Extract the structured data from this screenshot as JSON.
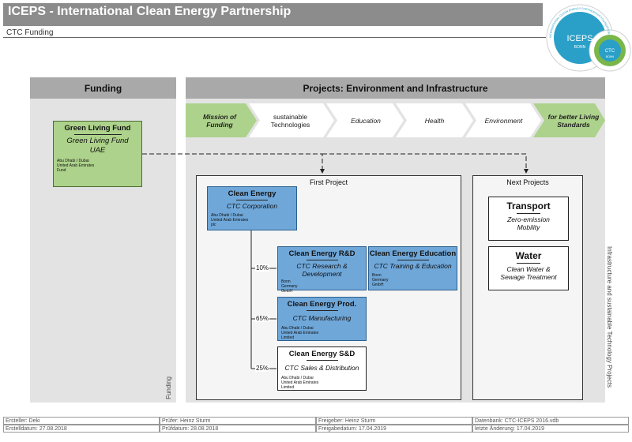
{
  "header": {
    "title": "ICEPS - International Clean Energy Partnership",
    "subtitle": "CTC Funding"
  },
  "logo": {
    "text_main": "ICEPS",
    "text_sub": "BONN",
    "text_small": "CTC",
    "text_small_sub": "BONN",
    "ring_text": "INTERNATIONAL CLEAN ENERGY PARTNERSHIP FOUNDATION"
  },
  "funding_panel": {
    "title": "Funding",
    "side_label": "Funding"
  },
  "projects_panel": {
    "title": "Projects: Environment and Infrastructure",
    "side_label": "Infrastructure and sustainable Technology Projects"
  },
  "chevrons": [
    {
      "label": "Mission of Funding",
      "bold": true
    },
    {
      "label": "sustainable Technologies",
      "bold": false
    },
    {
      "label": "Education",
      "bold": false
    },
    {
      "label": "Health",
      "bold": false
    },
    {
      "label": "Environment",
      "bold": false
    },
    {
      "label": "for better Living Standards",
      "bold": true
    }
  ],
  "green_fund": {
    "title": "Green Living Fund",
    "subtitle": "Green Living Fund UAE",
    "details": [
      "Abu Dhabi / Dubai",
      "United Arab Emirates",
      "Fund"
    ]
  },
  "first_project": {
    "title": "First Project"
  },
  "next_projects": {
    "title": "Next Projects",
    "items": [
      {
        "title": "Transport",
        "subtitle": "Zero-emission Mobility"
      },
      {
        "title": "Water",
        "subtitle": "Clean Water & Sewage Treatment"
      }
    ]
  },
  "entities": {
    "clean_energy": {
      "title": "Clean Energy",
      "subtitle": "CTC Corporation",
      "details": [
        "Abu Dhabi / Dubai",
        "United Arab Emirates",
        "plc"
      ]
    },
    "rnd": {
      "title": "Clean Energy R&D",
      "subtitle": "CTC Research & Development",
      "details": [
        "Bonn",
        "Germany",
        "GmbH"
      ]
    },
    "education": {
      "title": "Clean Energy Education",
      "subtitle": "CTC Training & Education",
      "details": [
        "Bonn",
        "Germany",
        "GmbH"
      ]
    },
    "prod": {
      "title": "Clean Energy Prod.",
      "subtitle": "CTC Manufacturing",
      "details": [
        "Abu Dhabi / Dubai",
        "United Arab Emirates",
        "Limited"
      ]
    },
    "snd": {
      "title": "Clean Energy S&D",
      "subtitle": "CTC Sales & Distribution",
      "details": [
        "Abu Dhabi / Dubai",
        "United Arab Emirates",
        "Limited"
      ]
    }
  },
  "shares": {
    "rnd": "10%",
    "prod": "65%",
    "snd": "25%"
  },
  "footer": {
    "row1": [
      "Ersteller: Deki",
      "Prüfer: Heinz Sturm",
      "Freigeber: Heinz Sturm",
      "Datenbank: CTC-ICEPS 2016.vdb"
    ],
    "row2": [
      "Erstelldatum: 27.08.2018",
      "Prüfdatum: 28.08.2018",
      "Freigabedatum: 17.04.2019",
      "letzte Änderung: 17.04.2019"
    ]
  },
  "colors": {
    "header": "#8c8c8c",
    "panel": "#e3e3e3",
    "panel_head": "#a9a9a9",
    "entity_blue": "#6fa7d9",
    "fund_green": "#add28b",
    "logo_teal": "#2aa0c8",
    "logo_green": "#7ab648"
  }
}
